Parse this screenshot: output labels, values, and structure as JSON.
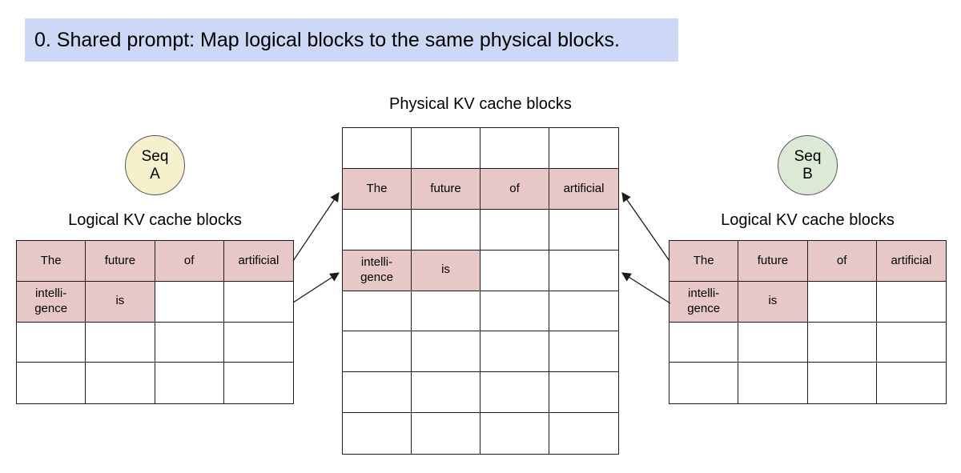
{
  "title": {
    "text": "0. Shared prompt: Map logical blocks to the same physical blocks."
  },
  "colors": {
    "title_banner_blue": "#CDD8F6",
    "highlight_pink": "#E8C7C7",
    "seq_a_yellow": "#F6F0CD",
    "seq_b_green": "#DBE9D5",
    "line_black": "#1b1b1b"
  },
  "seq_a": {
    "word": "Seq",
    "letter": "A"
  },
  "seq_b": {
    "word": "Seq",
    "letter": "B"
  },
  "physical": {
    "heading": "Physical KV cache blocks",
    "columns": 4,
    "cells": [
      [
        {
          "t": "",
          "hl": false
        },
        {
          "t": "",
          "hl": false
        },
        {
          "t": "",
          "hl": false
        },
        {
          "t": "",
          "hl": false
        }
      ],
      [
        {
          "t": "The",
          "hl": true
        },
        {
          "t": "future",
          "hl": true
        },
        {
          "t": "of",
          "hl": true
        },
        {
          "t": "artificial",
          "hl": true
        }
      ],
      [
        {
          "t": "",
          "hl": false
        },
        {
          "t": "",
          "hl": false
        },
        {
          "t": "",
          "hl": false
        },
        {
          "t": "",
          "hl": false
        }
      ],
      [
        {
          "t": "intelli-\ngence",
          "hl": true
        },
        {
          "t": "is",
          "hl": true
        },
        {
          "t": "",
          "hl": false
        },
        {
          "t": "",
          "hl": false
        }
      ],
      [
        {
          "t": "",
          "hl": false
        },
        {
          "t": "",
          "hl": false
        },
        {
          "t": "",
          "hl": false
        },
        {
          "t": "",
          "hl": false
        }
      ],
      [
        {
          "t": "",
          "hl": false
        },
        {
          "t": "",
          "hl": false
        },
        {
          "t": "",
          "hl": false
        },
        {
          "t": "",
          "hl": false
        }
      ],
      [
        {
          "t": "",
          "hl": false
        },
        {
          "t": "",
          "hl": false
        },
        {
          "t": "",
          "hl": false
        },
        {
          "t": "",
          "hl": false
        }
      ],
      [
        {
          "t": "",
          "hl": false
        },
        {
          "t": "",
          "hl": false
        },
        {
          "t": "",
          "hl": false
        },
        {
          "t": "",
          "hl": false
        }
      ]
    ]
  },
  "logical_a": {
    "heading": "Logical KV cache blocks",
    "columns": 4,
    "cells": [
      [
        {
          "t": "The",
          "hl": true
        },
        {
          "t": "future",
          "hl": true
        },
        {
          "t": "of",
          "hl": true
        },
        {
          "t": "artificial",
          "hl": true
        }
      ],
      [
        {
          "t": "intelli-\ngence",
          "hl": true
        },
        {
          "t": "is",
          "hl": true
        },
        {
          "t": "",
          "hl": false
        },
        {
          "t": "",
          "hl": false
        }
      ],
      [
        {
          "t": "",
          "hl": false
        },
        {
          "t": "",
          "hl": false
        },
        {
          "t": "",
          "hl": false
        },
        {
          "t": "",
          "hl": false
        }
      ],
      [
        {
          "t": "",
          "hl": false
        },
        {
          "t": "",
          "hl": false
        },
        {
          "t": "",
          "hl": false
        },
        {
          "t": "",
          "hl": false
        }
      ]
    ]
  },
  "logical_b": {
    "heading": "Logical KV cache blocks",
    "columns": 4,
    "cells": [
      [
        {
          "t": "The",
          "hl": true
        },
        {
          "t": "future",
          "hl": true
        },
        {
          "t": "of",
          "hl": true
        },
        {
          "t": "artificial",
          "hl": true
        }
      ],
      [
        {
          "t": "intelli-\ngence",
          "hl": true
        },
        {
          "t": "is",
          "hl": true
        },
        {
          "t": "",
          "hl": false
        },
        {
          "t": "",
          "hl": false
        }
      ],
      [
        {
          "t": "",
          "hl": false
        },
        {
          "t": "",
          "hl": false
        },
        {
          "t": "",
          "hl": false
        },
        {
          "t": "",
          "hl": false
        }
      ],
      [
        {
          "t": "",
          "hl": false
        },
        {
          "t": "",
          "hl": false
        },
        {
          "t": "",
          "hl": false
        },
        {
          "t": "",
          "hl": false
        }
      ]
    ]
  },
  "arrows": [
    {
      "from": "seq-a-logical-block-0",
      "to": "physical-block-1"
    },
    {
      "from": "seq-a-logical-block-1",
      "to": "physical-block-3"
    },
    {
      "from": "seq-b-logical-block-0",
      "to": "physical-block-1"
    },
    {
      "from": "seq-b-logical-block-1",
      "to": "physical-block-3"
    }
  ]
}
